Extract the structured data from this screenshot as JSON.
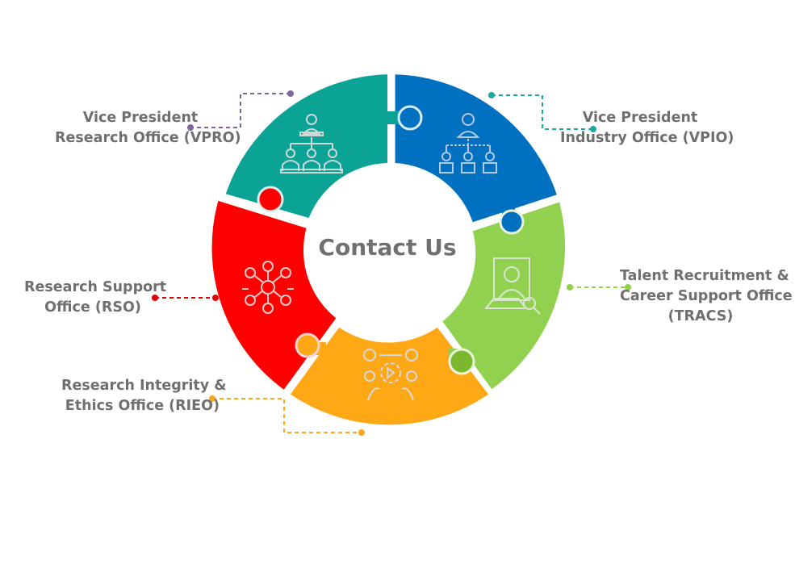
{
  "center": {
    "title": "Contact Us"
  },
  "offices": [
    {
      "line1": "Vice President",
      "line2": "Research Office (VPRO)",
      "line3": "",
      "color": "#0aa396",
      "dot_color": "#8064a2",
      "icon": "org-chart-icon"
    },
    {
      "line1": "Vice President",
      "line2": "Industry Office (VPIO)",
      "line3": "",
      "color": "#0070c0",
      "dot_color": "#1aa99b",
      "icon": "hierarchy-icon"
    },
    {
      "line1": "Talent Recruitment &",
      "line2": "Career Support Office",
      "line3": "(TRACS)",
      "color": "#92d050",
      "dot_color": "#92d050",
      "icon": "candidate-profile-icon"
    },
    {
      "line1": "Research Integrity &",
      "line2": "Ethics Office (RIEO)",
      "line3": "",
      "color": "#ffa816",
      "dot_color": "#ffa816",
      "icon": "process-gear-icon"
    },
    {
      "line1": "Research Support",
      "line2": "Office (RSO)",
      "line3": "",
      "color": "#ff0000",
      "dot_color": "#e00000",
      "icon": "network-people-icon"
    }
  ]
}
